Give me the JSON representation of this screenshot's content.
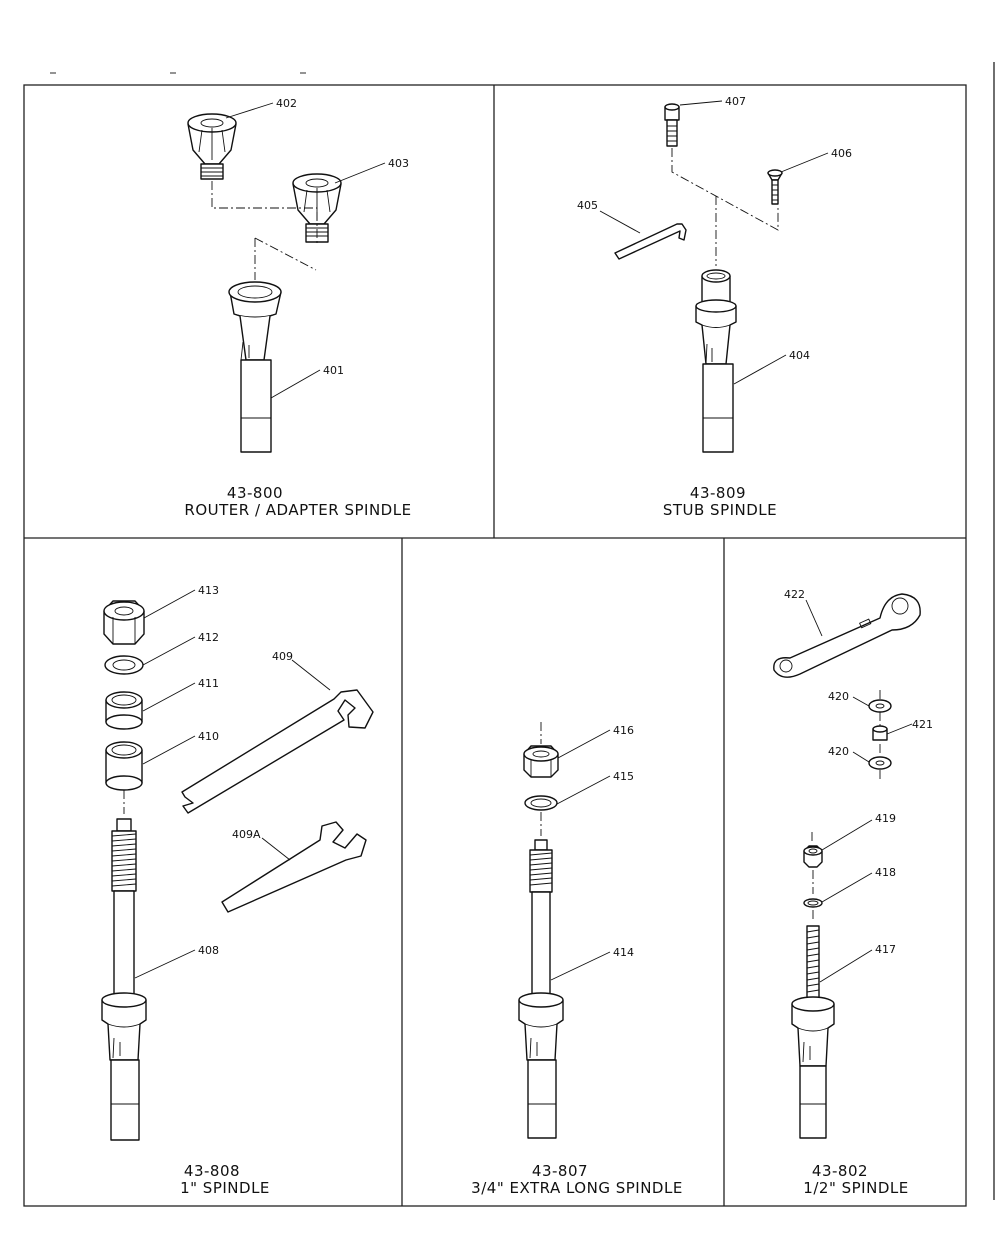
{
  "panels": {
    "router": {
      "code": "43-800",
      "name": "ROUTER / ADAPTER SPINDLE"
    },
    "stub": {
      "code": "43-809",
      "name": "STUB SPINDLE"
    },
    "one_inch": {
      "code": "43-808",
      "name": "1\" SPINDLE"
    },
    "three_quarter": {
      "code": "43-807",
      "name": "3/4\" EXTRA LONG SPINDLE"
    },
    "half_inch": {
      "code": "43-802",
      "name": "1/2\" SPINDLE"
    }
  },
  "callouts": {
    "p401": "401",
    "p402": "402",
    "p403": "403",
    "p404": "404",
    "p405": "405",
    "p406": "406",
    "p407": "407",
    "p408": "408",
    "p409": "409",
    "p409a": "409A",
    "p410": "410",
    "p411": "411",
    "p412": "412",
    "p413": "413",
    "p414": "414",
    "p415": "415",
    "p416": "416",
    "p417": "417",
    "p418": "418",
    "p419": "419",
    "p420a": "420",
    "p420b": "420",
    "p421": "421",
    "p422": "422"
  },
  "colors": {
    "line": "#111111",
    "background": "#ffffff"
  }
}
